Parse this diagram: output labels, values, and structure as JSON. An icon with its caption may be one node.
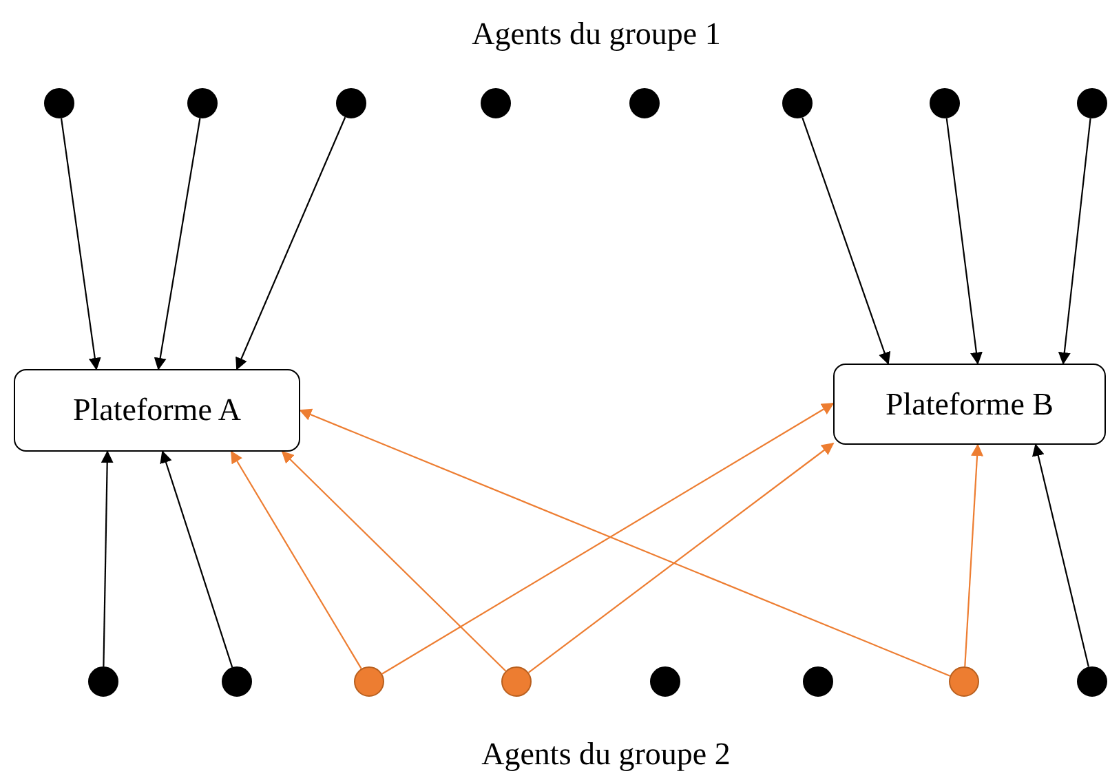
{
  "diagram": {
    "nodes": [
      {
        "text": [
          "Plateforme A"
        ]
      },
      {
        "text": [
          "Plateforme B"
        ]
      },
      {
        "text": [],
        "shape": "circle"
      },
      {
        "text": [],
        "shape": "circle"
      },
      {
        "text": [],
        "shape": "circle"
      },
      {
        "text": [],
        "shape": "circle"
      },
      {
        "text": [],
        "shape": "circle"
      },
      {
        "text": [],
        "shape": "circle"
      },
      {
        "text": [],
        "shape": "circle"
      },
      {
        "text": [],
        "shape": "circle"
      },
      {
        "text": [],
        "shape": "circle"
      },
      {
        "text": [],
        "shape": "circle"
      },
      {
        "text": [],
        "shape": "circle"
      },
      {
        "text": [],
        "shape": "circle"
      },
      {
        "text": [],
        "shape": "circle"
      },
      {
        "text": [],
        "shape": "circle"
      },
      {
        "text": [],
        "shape": "circle"
      },
      {
        "text": [],
        "shape": "circle"
      }
    ],
    "edges": [
      {
        "from": 2,
        "to": 0,
        "arrow": "to"
      },
      {
        "from": 3,
        "to": 0,
        "arrow": "to"
      },
      {
        "from": 4,
        "to": 0,
        "arrow": "to"
      },
      {
        "from": 7,
        "to": 1,
        "arrow": "to"
      },
      {
        "from": 8,
        "to": 1,
        "arrow": "to"
      },
      {
        "from": 9,
        "to": 1,
        "arrow": "to"
      },
      {
        "from": 10,
        "to": 0,
        "arrow": "to"
      },
      {
        "from": 11,
        "to": 0,
        "arrow": "to"
      },
      {
        "from": 12,
        "to": 0,
        "arrow": "to",
        "color": "#ed7d31"
      },
      {
        "from": 12,
        "to": 1,
        "arrow": "to",
        "color": "#ed7d31"
      },
      {
        "from": 13,
        "to": 0,
        "arrow": "to",
        "color": "#ed7d31"
      },
      {
        "from": 13,
        "to": 1,
        "arrow": "to",
        "color": "#ed7d31"
      },
      {
        "from": 16,
        "to": 0,
        "arrow": "to",
        "color": "#ed7d31"
      },
      {
        "from": 16,
        "to": 1,
        "arrow": "to",
        "color": "#ed7d31"
      },
      {
        "from": 17,
        "to": 1,
        "arrow": "to"
      }
    ],
    "labels": [
      "Agents du groupe 1",
      "Agents du groupe 2"
    ]
  }
}
